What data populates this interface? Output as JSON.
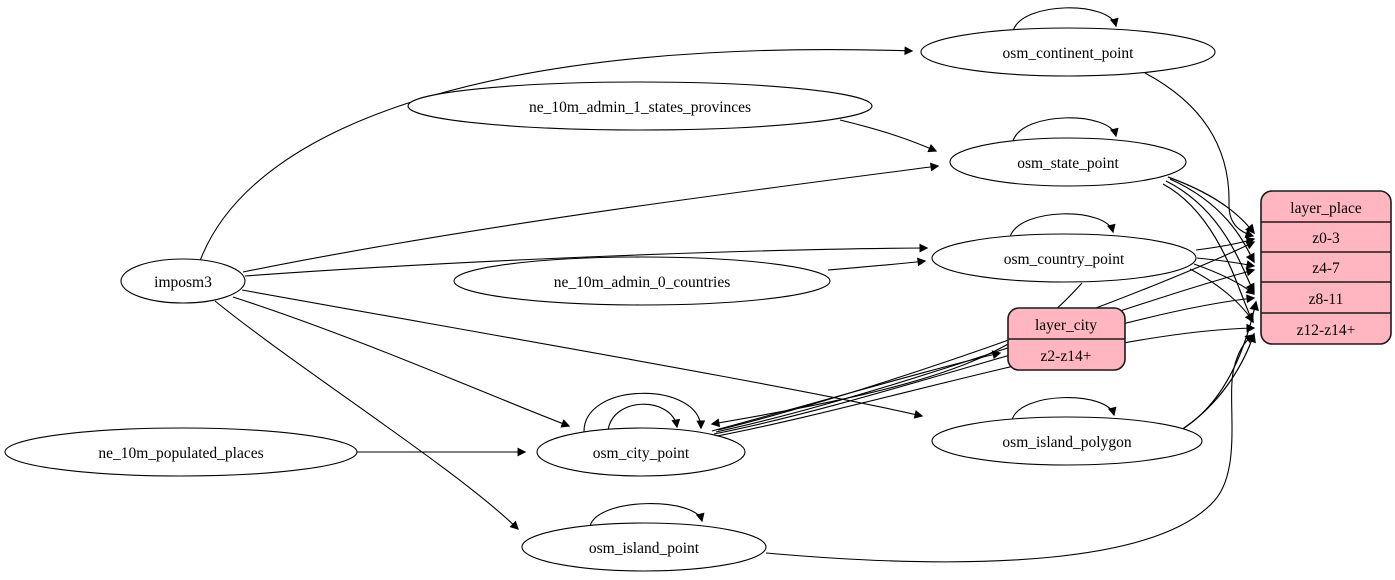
{
  "diagram": {
    "type": "etl-graph",
    "colors": {
      "background": "#ffffff",
      "edge": "#000000",
      "table_fill": "#ffffff",
      "table_stroke": "#000000",
      "layer_fill": "#ffb6c1",
      "layer_stroke": "#1a1a1a",
      "text": "#000000"
    },
    "nodes": {
      "imposm3": {
        "label": "imposm3",
        "type": "source"
      },
      "ne_10m_admin_1_states_provinces": {
        "label": "ne_10m_admin_1_states_provinces",
        "type": "source-table"
      },
      "ne_10m_admin_0_countries": {
        "label": "ne_10m_admin_0_countries",
        "type": "source-table"
      },
      "ne_10m_populated_places": {
        "label": "ne_10m_populated_places",
        "type": "source-table"
      },
      "osm_continent_point": {
        "label": "osm_continent_point",
        "type": "table"
      },
      "osm_state_point": {
        "label": "osm_state_point",
        "type": "table"
      },
      "osm_country_point": {
        "label": "osm_country_point",
        "type": "table"
      },
      "osm_city_point": {
        "label": "osm_city_point",
        "type": "table"
      },
      "osm_island_polygon": {
        "label": "osm_island_polygon",
        "type": "table"
      },
      "osm_island_point": {
        "label": "osm_island_point",
        "type": "table"
      }
    },
    "layers": {
      "layer_city": {
        "title": "layer_city",
        "rows": [
          "z2-z14+"
        ]
      },
      "layer_place": {
        "title": "layer_place",
        "rows": [
          "z0-3",
          "z4-7",
          "z8-11",
          "z12-z14+"
        ]
      }
    },
    "edges": [
      {
        "from": "imposm3",
        "to": "osm_continent_point"
      },
      {
        "from": "imposm3",
        "to": "osm_state_point"
      },
      {
        "from": "imposm3",
        "to": "osm_country_point"
      },
      {
        "from": "imposm3",
        "to": "osm_city_point"
      },
      {
        "from": "imposm3",
        "to": "osm_island_polygon"
      },
      {
        "from": "imposm3",
        "to": "osm_island_point"
      },
      {
        "from": "ne_10m_admin_1_states_provinces",
        "to": "osm_state_point"
      },
      {
        "from": "ne_10m_admin_0_countries",
        "to": "osm_country_point"
      },
      {
        "from": "ne_10m_populated_places",
        "to": "osm_city_point"
      },
      {
        "from": "osm_continent_point",
        "to": "osm_continent_point",
        "self_loop": true
      },
      {
        "from": "osm_state_point",
        "to": "osm_state_point",
        "self_loop": true
      },
      {
        "from": "osm_country_point",
        "to": "osm_country_point",
        "self_loop": true
      },
      {
        "from": "osm_city_point",
        "to": "osm_city_point",
        "self_loop": true
      },
      {
        "from": "osm_city_point",
        "to": "osm_city_point",
        "self_loop": true
      },
      {
        "from": "osm_island_polygon",
        "to": "osm_island_polygon",
        "self_loop": true
      },
      {
        "from": "osm_island_point",
        "to": "osm_island_point",
        "self_loop": true
      },
      {
        "from": "osm_country_point",
        "to": "osm_city_point"
      },
      {
        "from": "osm_city_point",
        "to": "layer_city:z2-z14+"
      },
      {
        "from": "osm_continent_point",
        "to": "layer_place:z0-3"
      },
      {
        "from": "osm_state_point",
        "to": "layer_place:z0-3"
      },
      {
        "from": "osm_state_point",
        "to": "layer_place:z4-7"
      },
      {
        "from": "osm_state_point",
        "to": "layer_place:z8-11"
      },
      {
        "from": "osm_state_point",
        "to": "layer_place:z12-z14+"
      },
      {
        "from": "osm_country_point",
        "to": "layer_place:z0-3"
      },
      {
        "from": "osm_country_point",
        "to": "layer_place:z4-7"
      },
      {
        "from": "osm_country_point",
        "to": "layer_place:z8-11"
      },
      {
        "from": "osm_country_point",
        "to": "layer_place:z12-z14+"
      },
      {
        "from": "osm_city_point",
        "to": "layer_place:z0-3"
      },
      {
        "from": "osm_city_point",
        "to": "layer_place:z4-7"
      },
      {
        "from": "osm_city_point",
        "to": "layer_place:z8-11"
      },
      {
        "from": "osm_city_point",
        "to": "layer_place:z12-z14+"
      },
      {
        "from": "osm_island_polygon",
        "to": "layer_place:z8-11"
      },
      {
        "from": "osm_island_polygon",
        "to": "layer_place:z12-z14+"
      },
      {
        "from": "osm_island_point",
        "to": "layer_place:z12-z14+"
      }
    ]
  }
}
